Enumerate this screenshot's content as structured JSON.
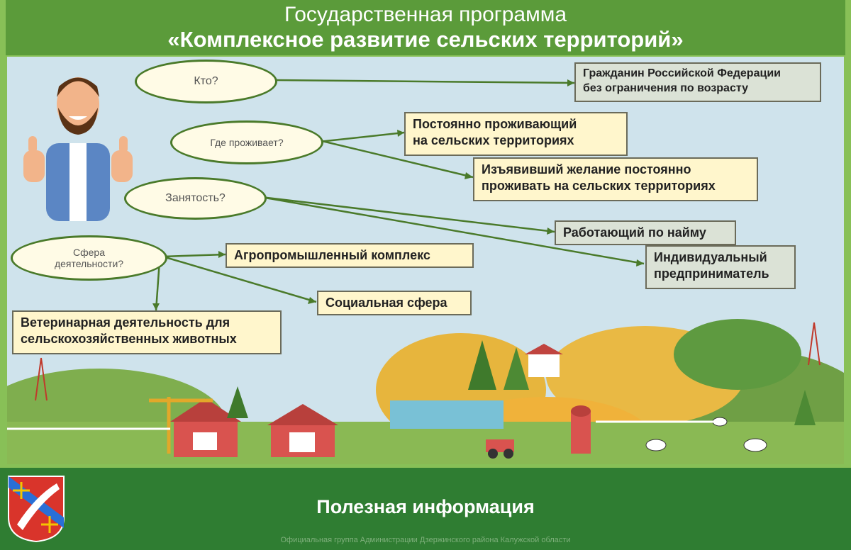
{
  "header": {
    "title_line1": "Государственная программа",
    "title_line2": "«Комплексное развитие сельских территорий»"
  },
  "questions": {
    "who": "Кто?",
    "where": "Где проживает?",
    "employment": "Занятость?",
    "sphere_line1": "Сфера",
    "sphere_line2": "деятельности?"
  },
  "answers": {
    "citizen_line1": "Гражданин Российской Федерации",
    "citizen_line2": "без ограничения по возрасту",
    "resident_line1": "Постоянно проживающий",
    "resident_line2": "на сельских территориях",
    "intent_line1": "Изъявивший желание постоянно",
    "intent_line2": "проживать на сельских территориях",
    "employed": "Работающий по найму",
    "entrepreneur_line1": "Индивидуальный",
    "entrepreneur_line2": "предприниматель",
    "agro": "Агропромышленный комплекс",
    "social": "Социальная сфера",
    "vet_line1": "Ветеринарная деятельность для",
    "vet_line2": "сельскохозяйственных животных"
  },
  "footer": {
    "title": "Полезная информация",
    "subtitle": "Официальная группа Администрации Дзержинского района Калужской области"
  },
  "colors": {
    "frame_green": "#88c057",
    "footer_green": "#2f7d32",
    "answer_yellow": "#fff6cc",
    "answer_grey": "#dbe2d6"
  }
}
